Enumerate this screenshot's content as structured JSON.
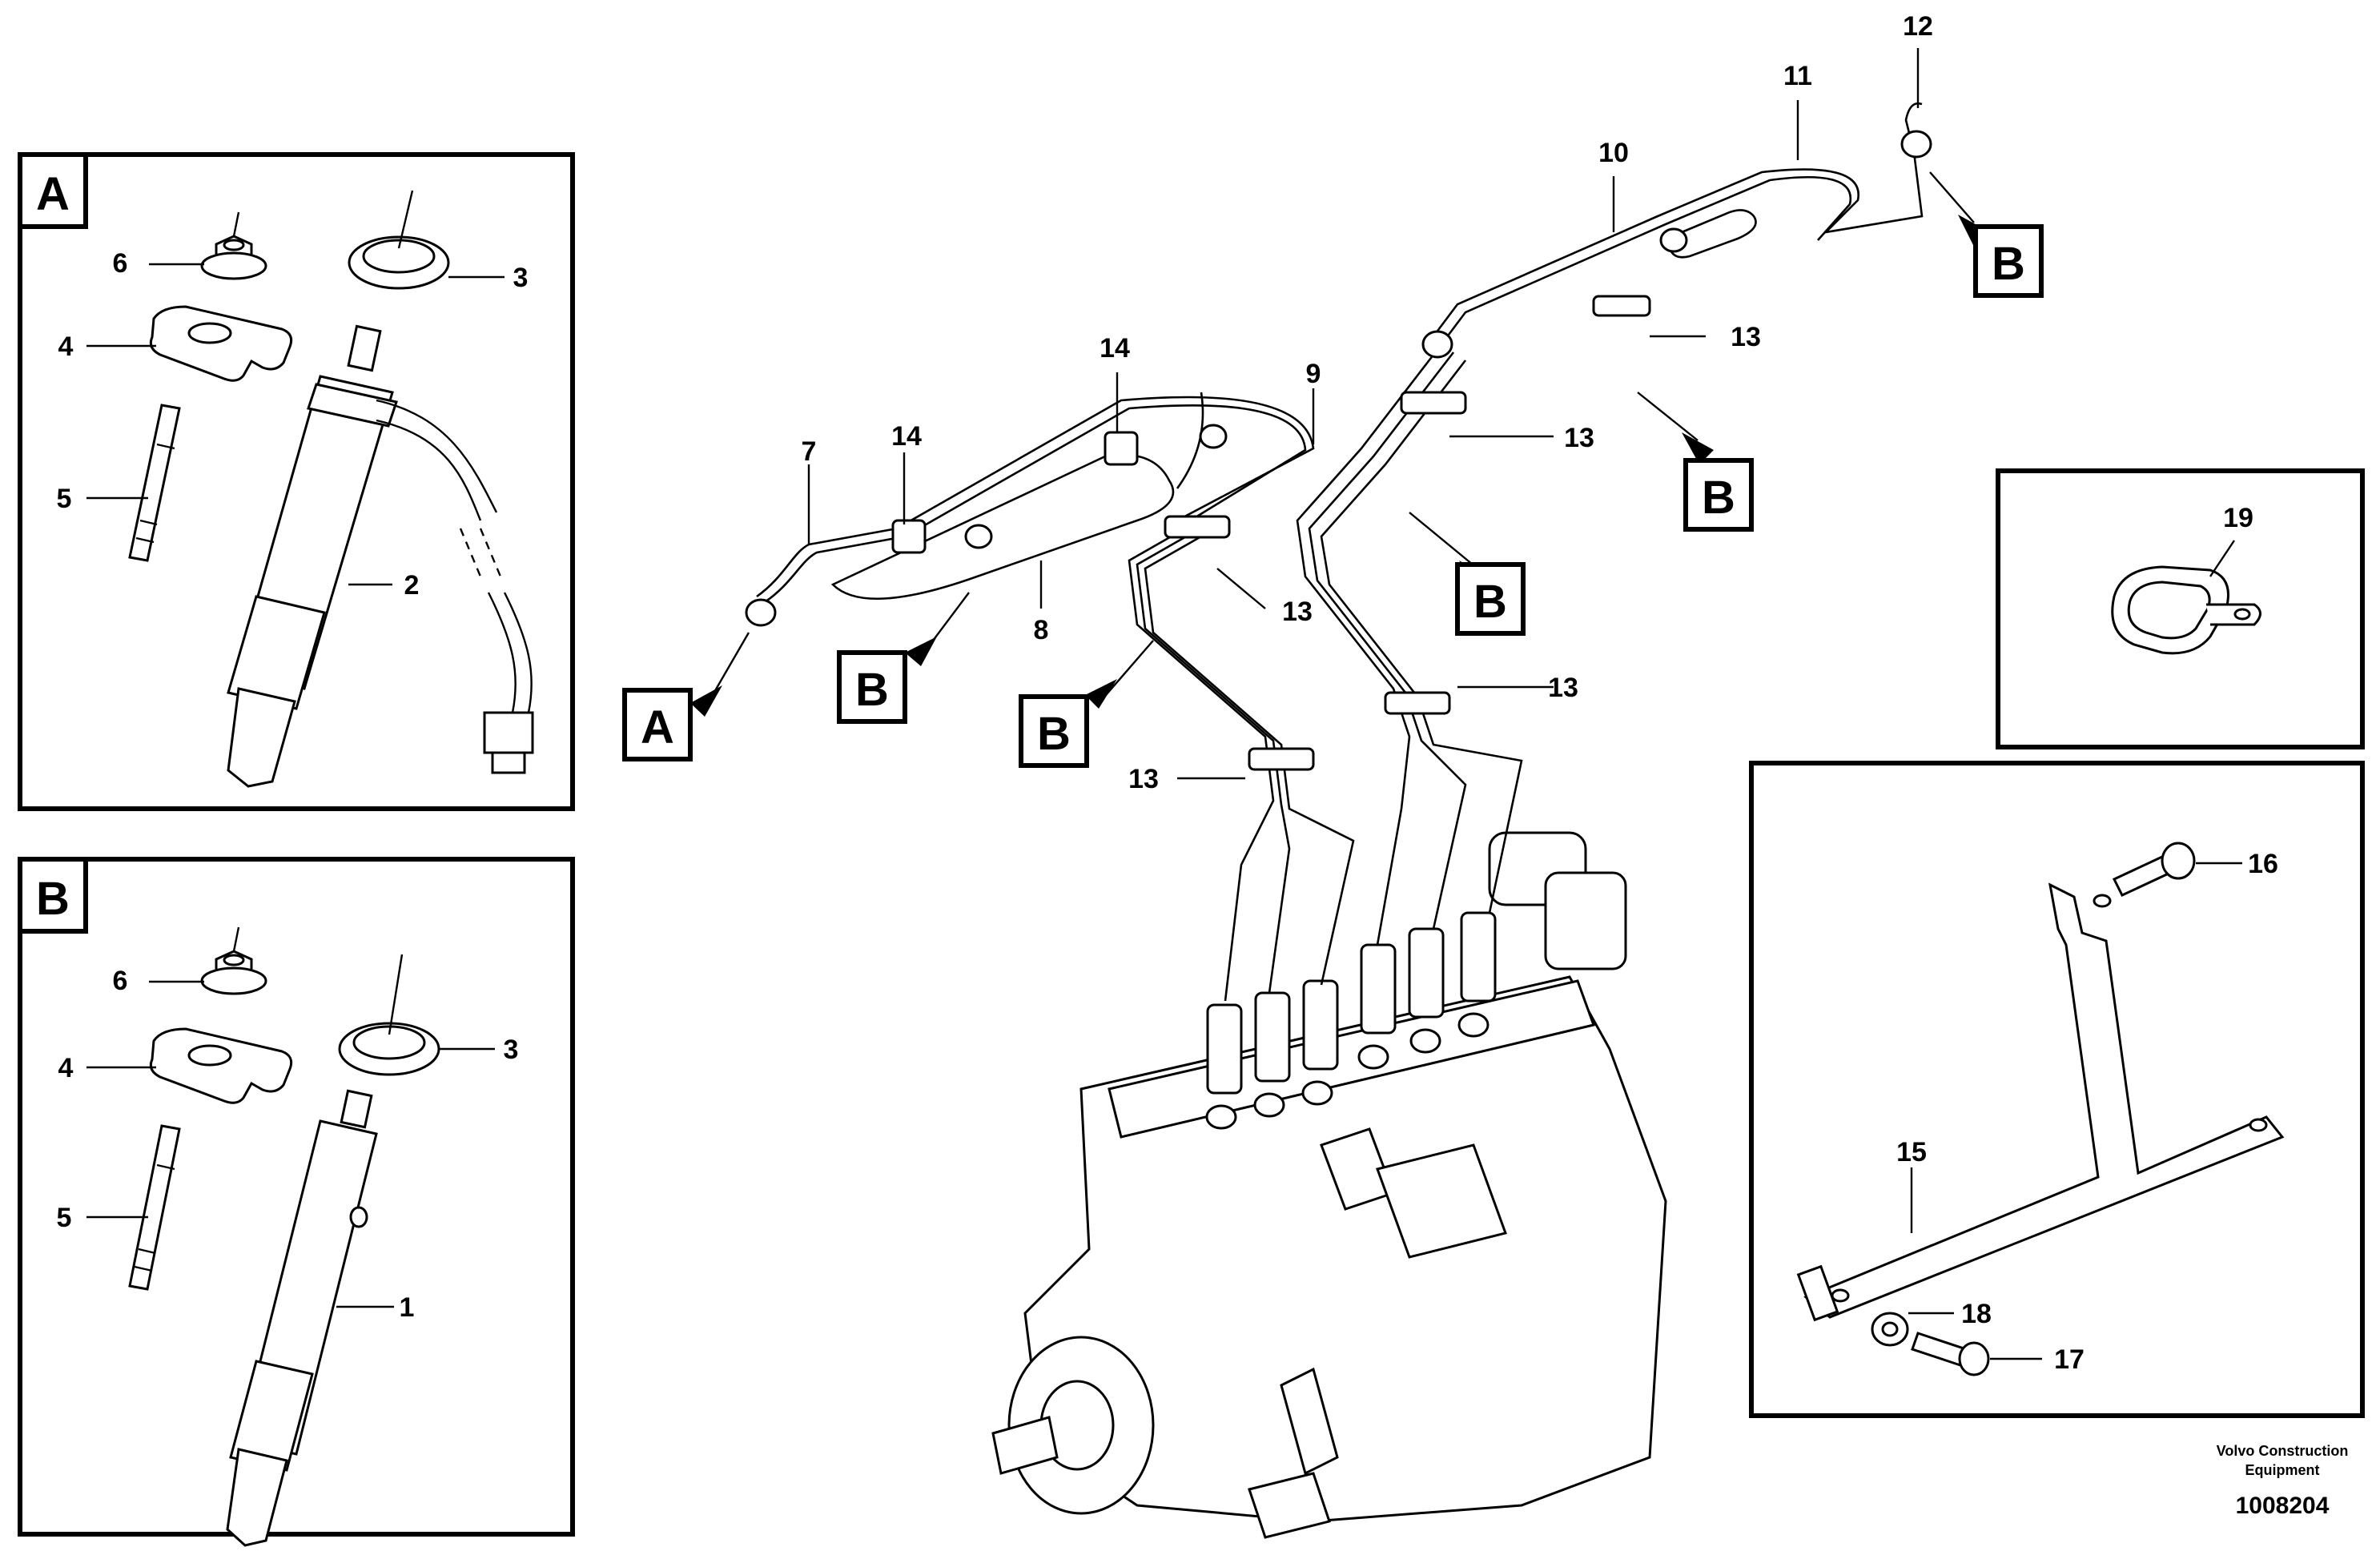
{
  "diagram": {
    "inset_a_label": "A",
    "inset_b_label": "B",
    "callouts": {
      "a": "A",
      "b": "B"
    },
    "part_numbers": {
      "p1": "1",
      "p2": "2",
      "p3": "3",
      "p4": "4",
      "p5": "5",
      "p6": "6",
      "p7": "7",
      "p8": "8",
      "p9": "9",
      "p10": "10",
      "p11": "11",
      "p12": "12",
      "p13": "13",
      "p14": "14",
      "p15": "15",
      "p16": "16",
      "p17": "17",
      "p18": "18",
      "p19": "19"
    },
    "brand_line1": "Volvo Construction",
    "brand_line2": "Equipment",
    "doc_number": "1008204"
  }
}
